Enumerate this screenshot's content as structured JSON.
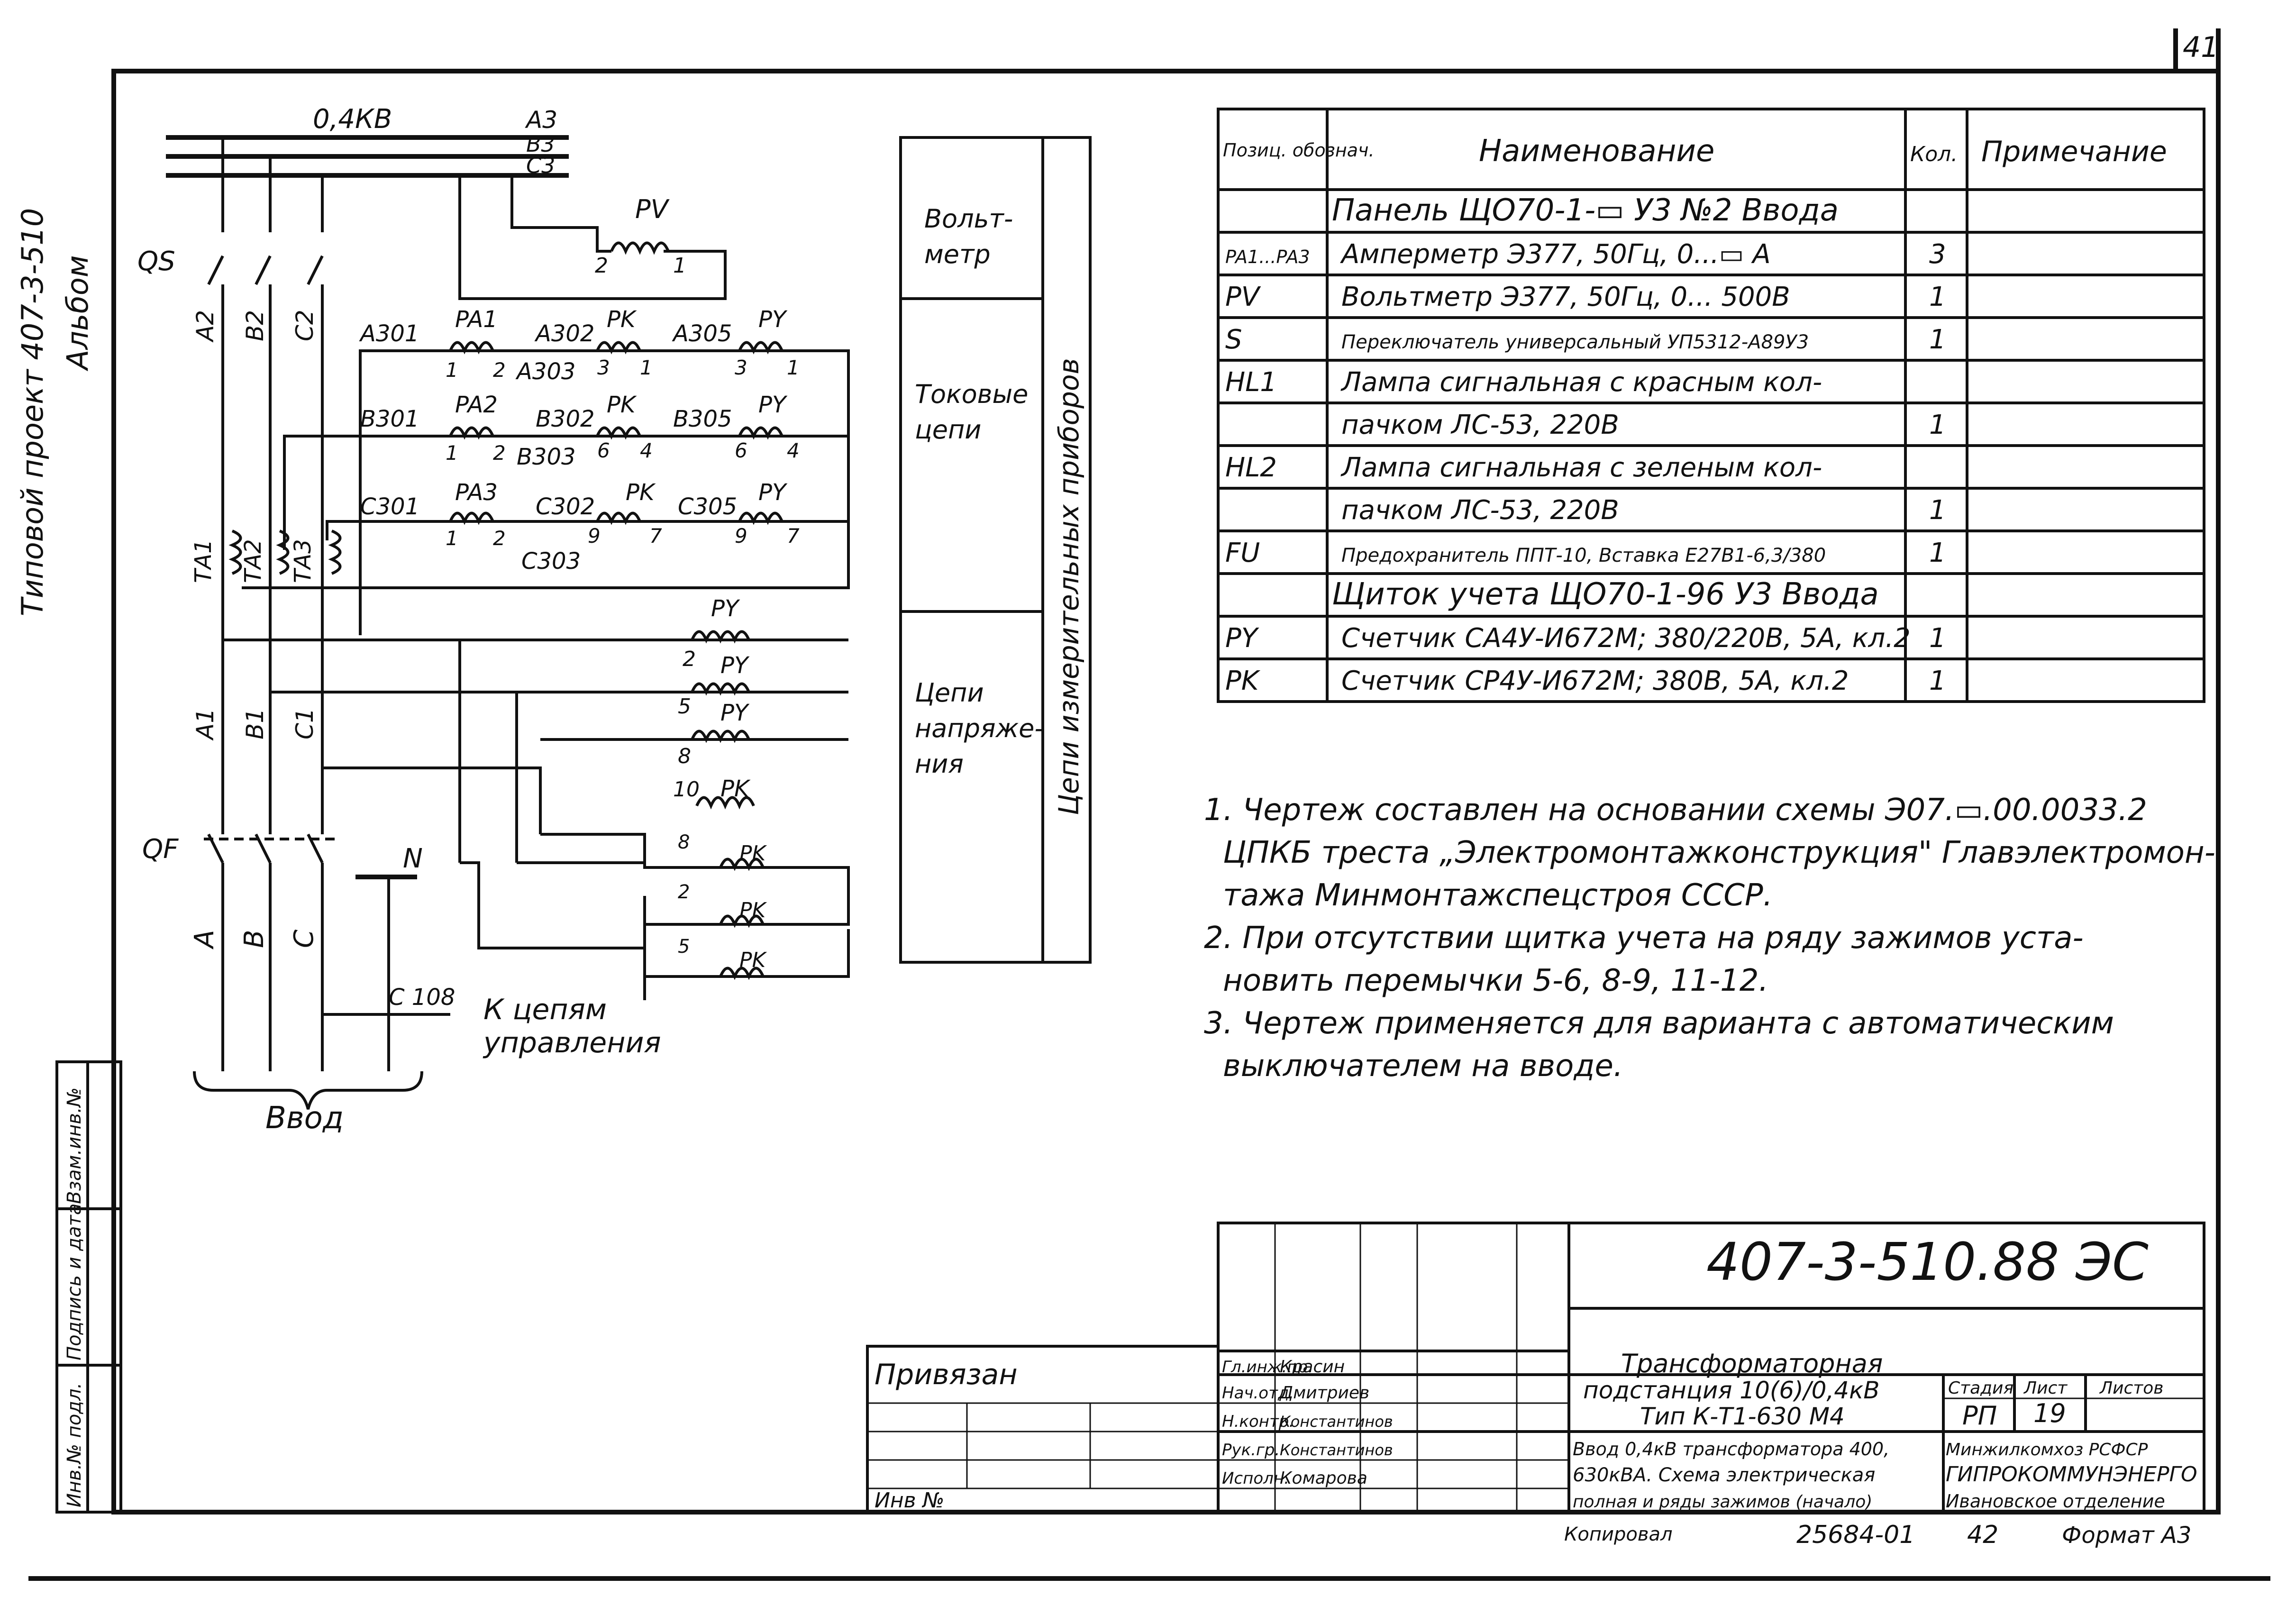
{
  "page_number": "41",
  "side_note": {
    "line1": "Типовой проект 407-3-510",
    "line2": "Альбом"
  },
  "schematic": {
    "bus_voltage": "0,4КВ",
    "phase_bus": [
      "А3",
      "В3",
      "С3"
    ],
    "pv_label": "PV",
    "pv_terminals": [
      "2",
      "1"
    ],
    "qs_label": "QS",
    "qs_phases": [
      "А2",
      "В2",
      "С2"
    ],
    "current_rows": [
      {
        "w1": "А301",
        "pa": "PA1",
        "t1": "1",
        "t2": "2",
        "w2": "А302",
        "w2b": "А303",
        "pk": "PK",
        "pkt1": "3",
        "pkt2": "1",
        "w3": "А305",
        "py": "PY",
        "pyt1": "3",
        "pyt2": "1"
      },
      {
        "w1": "В301",
        "pa": "PA2",
        "t1": "1",
        "t2": "2",
        "w2": "В302",
        "w2b": "В303",
        "pk": "PK",
        "pkt1": "6",
        "pkt2": "4",
        "w3": "В305",
        "py": "PY",
        "pyt1": "6",
        "pyt2": "4"
      },
      {
        "w1": "С301",
        "pa": "PA3",
        "t1": "1",
        "t2": "2",
        "w2": "С302",
        "w2b": "С303",
        "pk": "PK",
        "pkt1": "9",
        "pkt2": "7",
        "w3": "С305",
        "py": "PY",
        "pyt1": "9",
        "pyt2": "7"
      }
    ],
    "ct_labels": [
      "ТА1",
      "ТА2",
      "ТА3"
    ],
    "voltage_coils": [
      {
        "label": "PY",
        "term": "2"
      },
      {
        "label": "PY",
        "term": "5"
      },
      {
        "label": "PY",
        "term": "8"
      },
      {
        "label": "PK",
        "term": "10"
      },
      {
        "label": "PK",
        "term": "8"
      },
      {
        "label": "PK",
        "term": "2"
      },
      {
        "label": "PK",
        "term": "5"
      }
    ],
    "mid_phases": [
      "А1",
      "В1",
      "С1"
    ],
    "qf_label": "QF",
    "qf_phases": [
      "А",
      "В",
      "С"
    ],
    "neutral": "N",
    "c108": "С 108",
    "control_text1": "К цепям",
    "control_text2": "управления",
    "input_label": "Ввод"
  },
  "column_labels": {
    "voltmeter": "Вольт-\nметр",
    "current": "Токовые\nцепи",
    "voltage": "Цепи\nнапряже-\nния",
    "vertical": "Цепи измерительных приборов"
  },
  "table": {
    "headers": [
      "Позиц. обознач.",
      "Наименование",
      "Кол.",
      "Примечание"
    ],
    "rows": [
      {
        "pos": "",
        "name": "Панель ЩО70-1-▭ У3 №2 Ввода",
        "qty": "",
        "note": "",
        "section": true
      },
      {
        "pos": "PA1...PA3",
        "name": "Амперметр Э377, 50Гц, 0...▭ А",
        "qty": "3",
        "note": ""
      },
      {
        "pos": "PV",
        "name": "Вольтметр Э377, 50Гц, 0... 500В",
        "qty": "1",
        "note": ""
      },
      {
        "pos": "S",
        "name": "Переключатель универсальный УП5312-А89У3",
        "qty": "1",
        "note": ""
      },
      {
        "pos": "HL1",
        "name": "Лампа сигнальная с красным кол-",
        "qty": "",
        "note": ""
      },
      {
        "pos": "",
        "name": "пачком ЛС-53, 220В",
        "qty": "1",
        "note": ""
      },
      {
        "pos": "HL2",
        "name": "Лампа сигнальная с зеленым кол-",
        "qty": "",
        "note": ""
      },
      {
        "pos": "",
        "name": "пачком ЛС-53, 220В",
        "qty": "1",
        "note": ""
      },
      {
        "pos": "FU",
        "name": "Предохранитель ППТ-10, Вставка Е27В1-6,3/380",
        "qty": "1",
        "note": ""
      },
      {
        "pos": "",
        "name": "Щиток учета ЩО70-1-96 У3 Ввода",
        "qty": "",
        "note": "",
        "section": true
      },
      {
        "pos": "PY",
        "name": "Счетчик СА4У-И672М; 380/220В, 5А, кл.2",
        "qty": "1",
        "note": ""
      },
      {
        "pos": "PK",
        "name": "Счетчик СР4У-И672М; 380В, 5А, кл.2",
        "qty": "1",
        "note": ""
      }
    ]
  },
  "notes": [
    "1. Чертеж составлен на основании схемы Э07.▭.00.0033.2",
    "ЦПКБ треста „Электромонтажконструкция\" Главэлектромон-",
    "тажа Минмонтажспецстроя СССР.",
    "2. При отсутствии щитка учета на ряду зажимов уста-",
    "новить перемычки 5-6, 8-9, 11-12.",
    "3. Чертеж применяется для варианта с автоматическим",
    "выключателем на вводе."
  ],
  "title_block": {
    "code": "407-3-510.88 ЭС",
    "privyazan": "Привязан",
    "inv": "Инв №",
    "roles": [
      "Гл.инж.пр.",
      "Нач.отд.",
      "Н.контр.",
      "Рук.гр.",
      "Исполн."
    ],
    "names": [
      "Красин",
      "Дмитриев",
      "Константинов",
      "Константинов",
      "Комарова"
    ],
    "title1": "Трансформаторная",
    "title2": "подстанция 10(6)/0,4кВ",
    "title3": "Тип К-Т1-630 М4",
    "desc1": "Ввод 0,4кВ трансформатора 400,",
    "desc2": "630кВА. Схема электрическая",
    "desc3": "полная и ряды зажимов (начало)",
    "stage_h": "Стадия",
    "sheet_h": "Лист",
    "sheets_h": "Листов",
    "stage": "РП",
    "sheet": "19",
    "org1": "Минжилкомхоз РСФСР",
    "org2": "ГИПРОКОММУНЭНЕРГО",
    "org3": "Ивановское отделение",
    "copied": "Копировал",
    "copy_num": "25684-01",
    "copy_sheet": "42",
    "format": "Формат А3"
  },
  "left_strip": [
    "Взам.инв.№",
    "Подпись и дата",
    "Инв.№ подл."
  ]
}
